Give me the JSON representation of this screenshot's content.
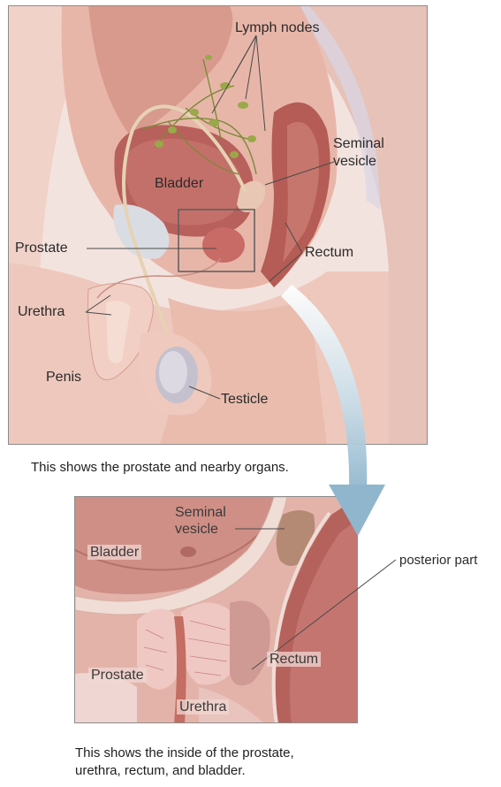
{
  "top_diagram": {
    "labels": {
      "lymph_nodes": "Lymph nodes",
      "seminal_vesicle_line1": "Seminal",
      "seminal_vesicle_line2": "vesicle",
      "bladder": "Bladder",
      "prostate": "Prostate",
      "rectum": "Rectum",
      "urethra": "Urethra",
      "penis": "Penis",
      "testicle": "Testicle"
    },
    "caption": "This shows the prostate and nearby organs."
  },
  "bottom_diagram": {
    "labels": {
      "seminal_vesicle_line1": "Seminal",
      "seminal_vesicle_line2": "vesicle",
      "bladder": "Bladder",
      "posterior_part": "posterior part",
      "rectum": "Rectum",
      "prostate": "Prostate",
      "urethra": "Urethra"
    },
    "caption_line1": "This shows the inside of the prostate,",
    "caption_line2": "urethra, rectum, and bladder."
  },
  "colors": {
    "skin": "#f1cfc5",
    "tissue": "#e6b2a6",
    "organ": "#b8605c",
    "organ_dark": "#8f3f3e",
    "lymph": "#9aa84a",
    "arrow": "#a8c6d8",
    "frame": "#8c8c8c"
  }
}
